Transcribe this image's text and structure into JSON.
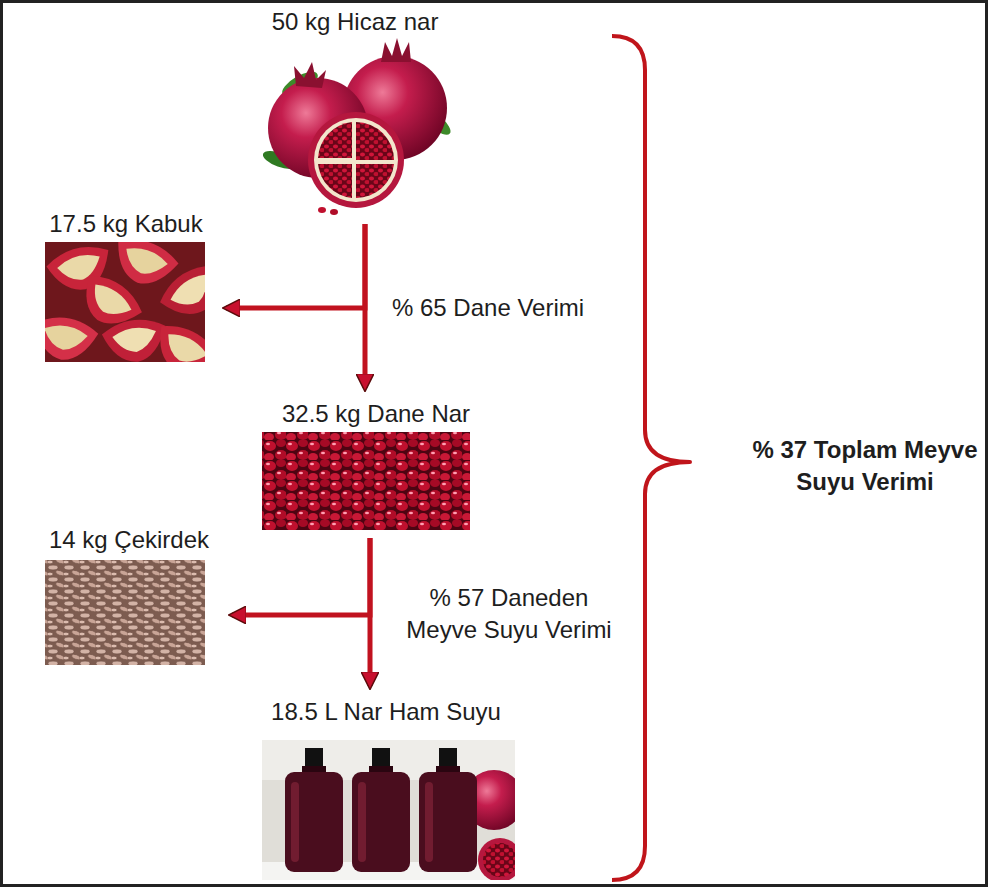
{
  "diagram": {
    "nodes": [
      {
        "text": [
          "50 kg Hicaz nar"
        ]
      },
      {
        "text": [
          "17.5 kg Kabuk"
        ]
      },
      {
        "text": [
          "32.5 kg Dane Nar"
        ]
      },
      {
        "text": [
          "14 kg Çekirdek"
        ]
      },
      {
        "text": [
          "18.5 L Nar Ham Suyu"
        ]
      }
    ],
    "edges": [
      {
        "from": 0,
        "to": 1,
        "arrow": "to"
      },
      {
        "from": 0,
        "to": 2,
        "arrow": "to",
        "label": "% 65 Dane Verimi"
      },
      {
        "from": 2,
        "to": 3,
        "arrow": "to"
      },
      {
        "from": 2,
        "to": 4,
        "arrow": "to",
        "label": "% 57 Daneden Meyve Suyu Verimi"
      }
    ],
    "labels": [
      "% 37 Toplam Meyve Suyu Verimi"
    ]
  }
}
